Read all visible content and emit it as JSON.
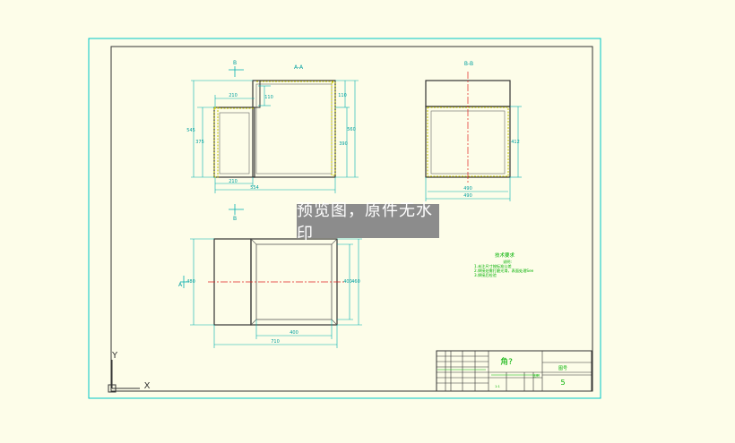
{
  "views": {
    "aa": {
      "title": "A-A",
      "section_mark": "B",
      "dims": {
        "top_small_w": "210",
        "top_small_h": "110",
        "right_top": "110",
        "left_total": "545",
        "left_inner": "375",
        "inner_right": "390",
        "right_total": "560",
        "bottom_left": "210",
        "bottom_total": "554"
      }
    },
    "bb": {
      "title": "B-B",
      "dims": {
        "right": "412",
        "inner_w": "490",
        "total_w": "490"
      }
    },
    "plan": {
      "section_mark": "A",
      "dims": {
        "left": "480",
        "right_inner": "400",
        "right_outer": "460",
        "inner_w": "400",
        "total_w": "710"
      }
    }
  },
  "notes": {
    "heading": "技术要求",
    "lines": [
      "说明:",
      "1.未注尺寸按标准公差",
      "2.焊接处需打磨光滑，表面处理See",
      "3.焊接后检验"
    ]
  },
  "title_block": {
    "drawing_name": "角?",
    "sheet_label": "图号",
    "sheet_number": "5",
    "scale_label": "比例",
    "scale_value": "1:1"
  },
  "ucs": {
    "x_label": "X",
    "y_label": "Y"
  },
  "watermark": "预览图，原件无水印",
  "colors": {
    "background": "#fdfde9",
    "frame": "#00c8c8",
    "object": "#333333",
    "dimension": "#00b0b0",
    "centerline": "#e02020",
    "hatch": "#c8c800",
    "notes": "#00b000"
  }
}
